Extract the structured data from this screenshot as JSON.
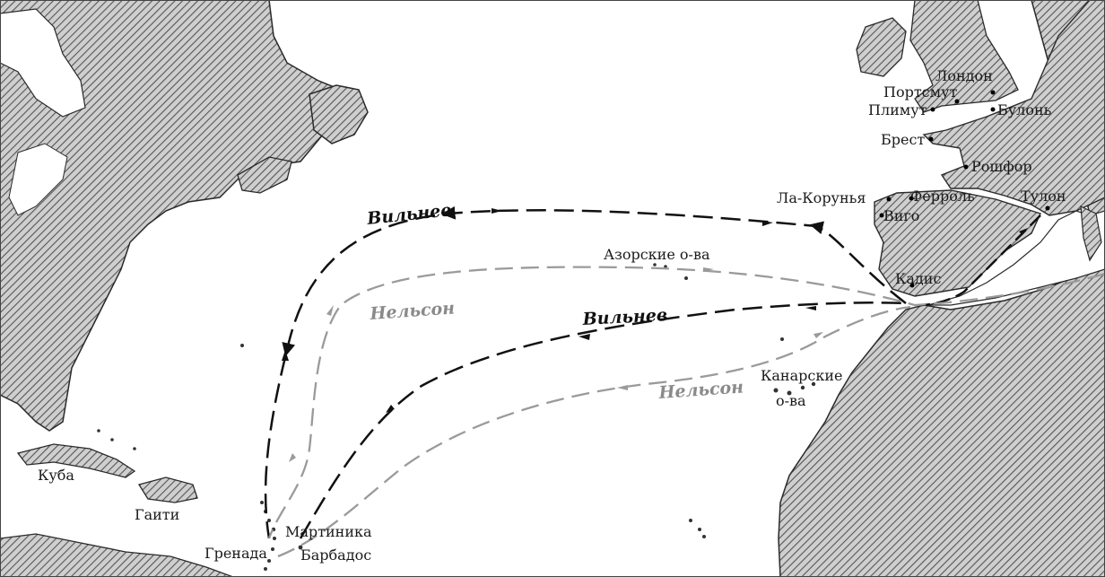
{
  "colors": {
    "land": "#8f8f8f",
    "hatch_bg": "#c9c9c9",
    "sea": "#ffffff",
    "coast": "#2a2a2a",
    "villeneuve_route": "#111111",
    "nelson_route": "#9a9a9a"
  },
  "routes": {
    "villeneuve_1": "Вильнев",
    "villeneuve_2": "Вильнев",
    "nelson_1": "Нельсон",
    "nelson_2": "Нельсон"
  },
  "places": {
    "london": "Лондон",
    "portsmouth": "Портсмут",
    "plymouth": "Плимут",
    "boulogne": "Булонь",
    "brest": "Брест",
    "rochefort": "Рошфор",
    "la_coruna": "Ла-Корунья",
    "ferrol": "Ферроль",
    "vigo": "Виго",
    "toulon": "Тулон",
    "cadiz": "Кадис",
    "azores": "Азорские о-ва",
    "canary_1": "Канарские",
    "canary_2": "о-ва",
    "cuba": "Куба",
    "haiti": "Гаити",
    "martinique": "Мартиника",
    "grenada": "Гренада",
    "barbados": "Барбадос"
  }
}
